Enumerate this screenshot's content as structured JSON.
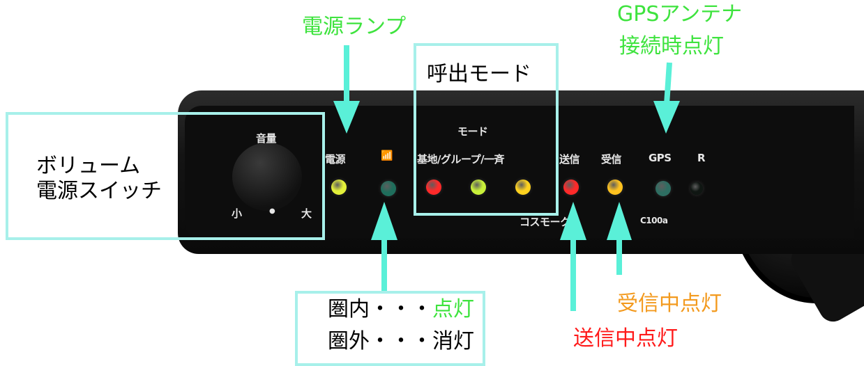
{
  "device": {
    "volume_label": "音量",
    "small_label": "小",
    "dot_label": "●",
    "large_label": "大",
    "power_label": "電源",
    "antenna_label": "📶",
    "mode_label": "モード",
    "mode_group_label": "基地/グループ/一斉",
    "tx_label": "送信",
    "rx_label": "受信",
    "gps_label": "GPS",
    "r_label": "R",
    "brand_label": "コスモーク",
    "model_label": "C100a"
  },
  "leds": {
    "power": "#e3f03a",
    "signal": "#1f6e5c",
    "mode_base": "#ff2a2a",
    "mode_group": "#c8f03a",
    "mode_all": "#ffd21f",
    "tx": "#ff2a2a",
    "rx": "#ffc21f",
    "gps": "#2e6e62",
    "r": "#0f1612"
  },
  "annotations": {
    "power_lamp": "電源ランプ",
    "gps_line1": "GPSアンテナ",
    "gps_line2": "接続時点灯",
    "call_mode": "呼出モード",
    "volume_line1": "ボリューム",
    "volume_line2": "電源スイッチ",
    "in_range_prefix": "圏内・・・",
    "in_range_state": "点灯",
    "out_range_prefix": "圏外・・・",
    "out_range_state": "消灯",
    "rx_on": "受信中点灯",
    "tx_on": "送信中点灯"
  },
  "colors": {
    "green": "#3ee33e",
    "orange": "#f39a1e",
    "red": "#ff1a1a",
    "arrow": "#5af0d8",
    "box": "#a7f0ea"
  }
}
